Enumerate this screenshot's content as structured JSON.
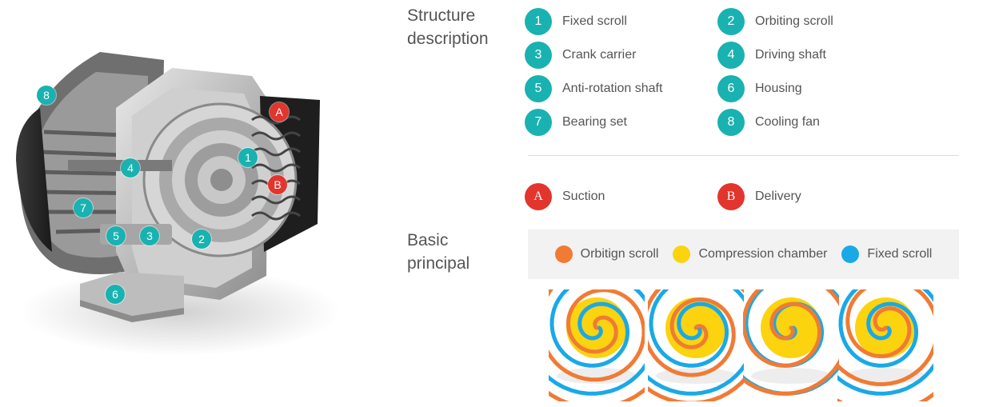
{
  "structure": {
    "title": "Structure\ndescription",
    "parts": [
      {
        "num": "1",
        "label": "Fixed scroll"
      },
      {
        "num": "2",
        "label": "Orbiting scroll"
      },
      {
        "num": "3",
        "label": "Crank carrier"
      },
      {
        "num": "4",
        "label": "Driving shaft"
      },
      {
        "num": "5",
        "label": "Anti-rotation shaft"
      },
      {
        "num": "6",
        "label": "Housing"
      },
      {
        "num": "7",
        "label": "Bearing set"
      },
      {
        "num": "8",
        "label": "Cooling fan"
      }
    ],
    "ports": [
      {
        "num": "A",
        "label": "Suction"
      },
      {
        "num": "B",
        "label": "Delivery"
      }
    ]
  },
  "principal": {
    "title": "Basic\nprincipal",
    "keys": [
      {
        "label": "Orbitign scroll",
        "color": "#f07b35"
      },
      {
        "label": "Compression chamber",
        "color": "#fbd30f"
      },
      {
        "label": "Fixed scroll",
        "color": "#1aa9e6"
      }
    ]
  },
  "callouts": [
    "8",
    "A",
    "1",
    "B",
    "4",
    "7",
    "5",
    "3",
    "2",
    "6"
  ],
  "colors": {
    "teal": "#19b2b0",
    "red": "#e2352d"
  }
}
